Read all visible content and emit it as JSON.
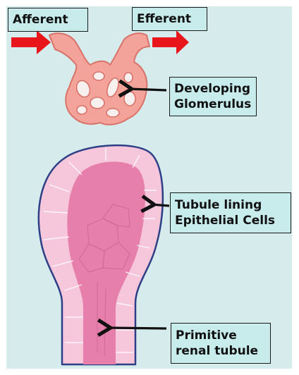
{
  "labels": {
    "afferent": "Afferent",
    "efferent": "Efferent",
    "glomerulus": [
      "Developing",
      "Glomerulus"
    ],
    "epithelial": [
      "Tubule lining",
      "Epithelial Cells"
    ],
    "tubule": [
      "Primitive",
      "renal tubule"
    ]
  },
  "colors": {
    "background": "#d6ecec",
    "arrow_red": "#e8151b",
    "glomerulus": "#f4a39a",
    "tubule_outer": "#f6c6da",
    "tubule_inner": "#e77fac",
    "outline": "#2d3f86",
    "label_bg": "#c8ecec"
  }
}
